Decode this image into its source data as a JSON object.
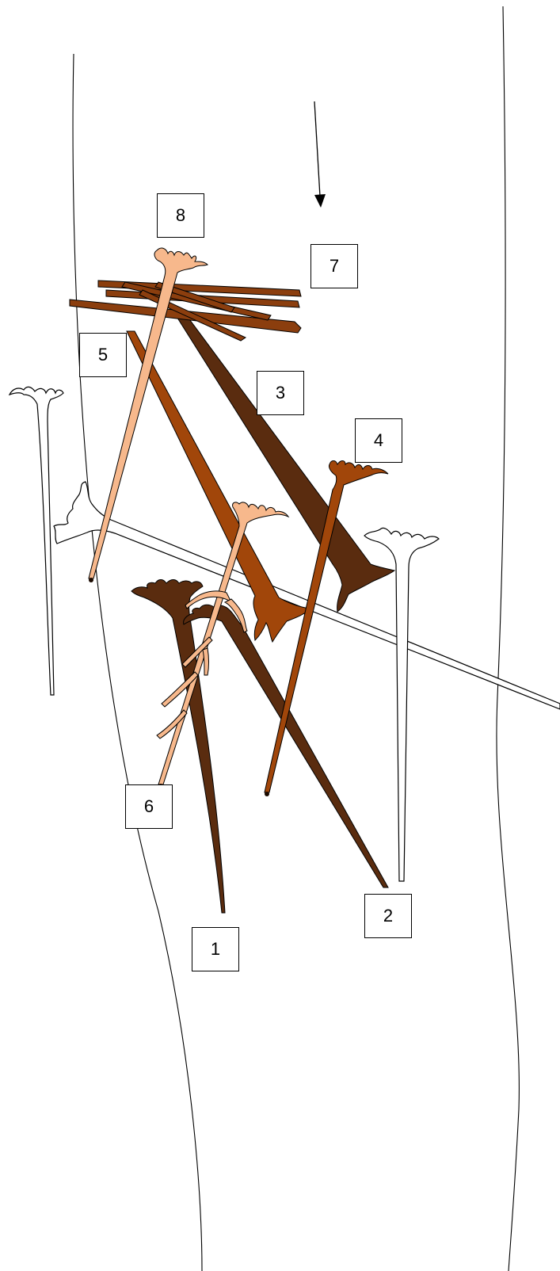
{
  "labels": {
    "l1": "1",
    "l2": "2",
    "l3": "3",
    "l4": "4",
    "l5": "5",
    "l6": "6",
    "l7": "7",
    "l8": "8"
  },
  "colors": {
    "dark_brown": "#5a2c0f",
    "chestnut": "#8b3e0e",
    "rust": "#a1460a",
    "peach": "#f7b88c",
    "outline": "#000000",
    "white": "#ffffff"
  }
}
